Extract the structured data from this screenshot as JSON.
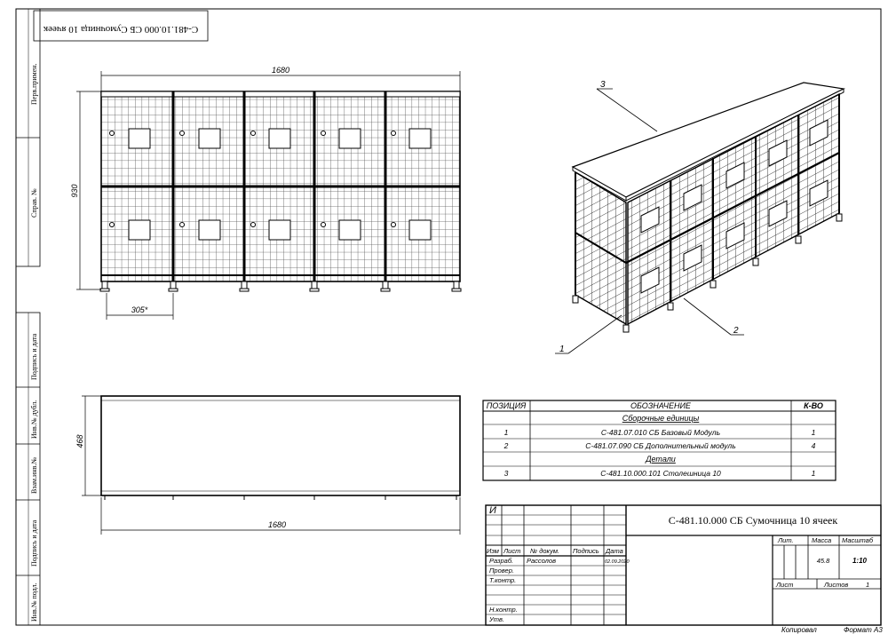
{
  "stamp_top_rotated": "С-481.10.000 СБ Сумочница 10 ячеек",
  "side_labels": {
    "perv_primen": "Перв.примен.",
    "sprav_no": "Справ. №",
    "podp_data_1": "Подпись и дата",
    "inv_dubl": "Инв.№ дубл.",
    "vzam_inv": "Взам.инв.№",
    "podp_data_2": "Подпись и дата",
    "inv_podl": "Инв.№ подл."
  },
  "dims": {
    "front_width": "1680",
    "front_height": "930",
    "cell_width": "305*",
    "top_depth": "468",
    "top_width": "1680"
  },
  "callouts": {
    "c1": "1",
    "c2": "2",
    "c3": "3"
  },
  "spec": {
    "headers": {
      "pos": "ПОЗИЦИЯ",
      "des": "ОБОЗНАЧЕНИЕ",
      "qty": "К-ВО"
    },
    "section_assemblies": "Сборочные единицы",
    "section_parts": "Детали",
    "rows": [
      {
        "pos": "1",
        "des": "С-481.07.010 СБ Базовый Модуль",
        "qty": "1"
      },
      {
        "pos": "2",
        "des": "С-481.07.090 СБ Дополнительный модуль",
        "qty": "4"
      },
      {
        "pos": "3",
        "des": "С-481.10.000.101 Столешница 10",
        "qty": "1"
      }
    ]
  },
  "title_block": {
    "change_mark": "И",
    "designation": "С-481.10.000 СБ Сумочница 10 ячеек",
    "col_izm": "Изм",
    "col_list": "Лист",
    "col_doc": "№ докум.",
    "col_sign": "Подпись",
    "col_date": "Дата",
    "razrab": "Разраб.",
    "razrab_name": "Рассолов",
    "razrab_date": "02.09.2020",
    "prover": "Провер.",
    "tkontr": "Т.контр.",
    "nkontr": "Н.контр.",
    "utv": "Утв.",
    "lit": "Лит.",
    "massa": "Масса",
    "masshtab": "Масштаб",
    "mass_value": "45.8",
    "scale_value": "1:10",
    "list_label": "Лист",
    "listov_label": "Листов",
    "listov_value": "1",
    "kopiroval": "Копировал",
    "format": "Формат А3"
  }
}
